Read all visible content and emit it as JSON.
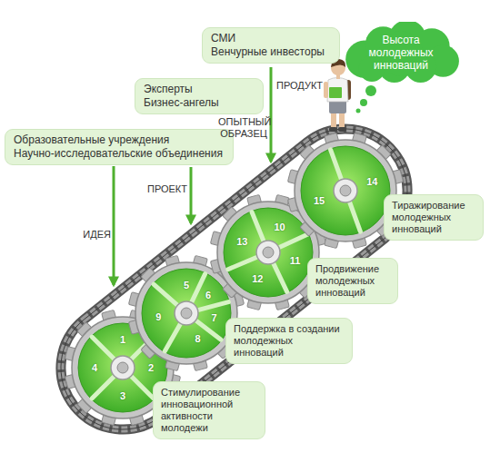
{
  "diagram": {
    "nodes": [
      {
        "text": [
          "Образовательные учреждения",
          "Научно-исследовательские объединения"
        ]
      },
      {
        "text": [
          "Эксперты",
          "Бизнес-ангелы"
        ]
      },
      {
        "text": [
          "СМИ",
          "Венчурные инвесторы"
        ]
      },
      {
        "text": [
          "Высота молодежных инноваций"
        ]
      },
      {
        "text": [
          "1",
          "2",
          "3",
          "4"
        ]
      },
      {
        "text": [
          "Стимулирование инновационной активности молодежи"
        ]
      },
      {
        "text": [
          "5",
          "6",
          "7",
          "8",
          "9"
        ]
      },
      {
        "text": [
          "Поддержка в создании молодежных инноваций"
        ]
      },
      {
        "text": [
          "10",
          "11",
          "12",
          "13"
        ]
      },
      {
        "text": [
          "Продвижение молодежных инноваций"
        ]
      },
      {
        "text": [
          "14",
          "15"
        ]
      },
      {
        "text": [
          "Тиражирование молодежных инноваций"
        ]
      }
    ],
    "labels": [
      "ИДЕЯ",
      "ПРОЕКТ",
      "ОПЫТНЫЙ ОБРАЗЕЦ",
      "ПРОДУКТ"
    ]
  }
}
